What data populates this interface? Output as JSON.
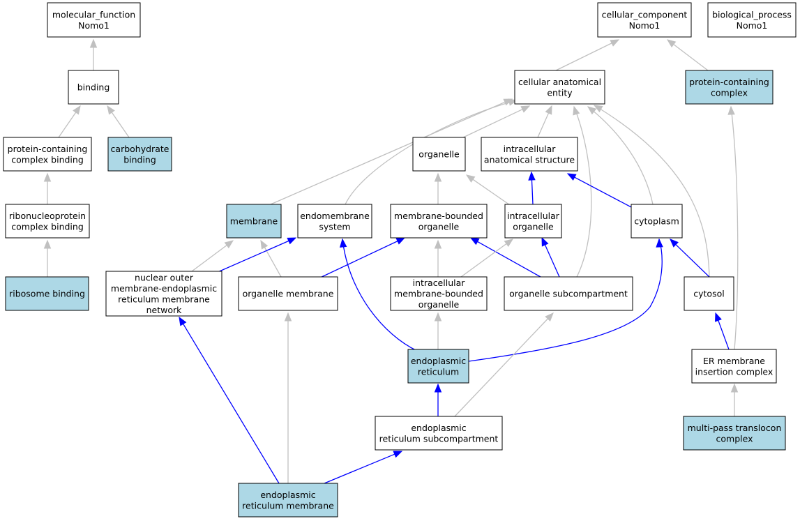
{
  "colors": {
    "highlight_fill": "#add8e6",
    "plain_fill": "#ffffff",
    "gray_edge": "#c0c0c0",
    "blue_edge": "#0000ff"
  },
  "nodes": [
    {
      "id": "mf",
      "lines": [
        "molecular_function",
        "Nomo1"
      ],
      "highlight": false
    },
    {
      "id": "cc",
      "lines": [
        "cellular_component",
        "Nomo1"
      ],
      "highlight": false
    },
    {
      "id": "bp",
      "lines": [
        "biological_process",
        "Nomo1"
      ],
      "highlight": false
    },
    {
      "id": "binding",
      "lines": [
        "binding"
      ],
      "highlight": false
    },
    {
      "id": "cae",
      "lines": [
        "cellular anatomical",
        "entity"
      ],
      "highlight": false
    },
    {
      "id": "pcc",
      "lines": [
        "protein-containing",
        "complex"
      ],
      "highlight": true
    },
    {
      "id": "pcb",
      "lines": [
        "protein-containing",
        "complex binding"
      ],
      "highlight": false
    },
    {
      "id": "carb",
      "lines": [
        "carbohydrate",
        "binding"
      ],
      "highlight": true
    },
    {
      "id": "organelle",
      "lines": [
        "organelle"
      ],
      "highlight": false
    },
    {
      "id": "ias",
      "lines": [
        "intracellular",
        "anatomical structure"
      ],
      "highlight": false
    },
    {
      "id": "rcb",
      "lines": [
        "ribonucleoprotein",
        "complex binding"
      ],
      "highlight": false
    },
    {
      "id": "membrane",
      "lines": [
        "membrane"
      ],
      "highlight": true
    },
    {
      "id": "endosys",
      "lines": [
        "endomembrane",
        "system"
      ],
      "highlight": false
    },
    {
      "id": "mbo",
      "lines": [
        "membrane-bounded",
        "organelle"
      ],
      "highlight": false
    },
    {
      "id": "io",
      "lines": [
        "intracellular",
        "organelle"
      ],
      "highlight": false
    },
    {
      "id": "cytoplasm",
      "lines": [
        "cytoplasm"
      ],
      "highlight": false
    },
    {
      "id": "ribo",
      "lines": [
        "ribosome binding"
      ],
      "highlight": true
    },
    {
      "id": "nomern",
      "lines": [
        "nuclear outer",
        "membrane-endoplasmic",
        "reticulum membrane",
        "network"
      ],
      "highlight": false
    },
    {
      "id": "om",
      "lines": [
        "organelle membrane"
      ],
      "highlight": false
    },
    {
      "id": "imbo",
      "lines": [
        "intracellular",
        "membrane-bounded",
        "organelle"
      ],
      "highlight": false
    },
    {
      "id": "os",
      "lines": [
        "organelle subcompartment"
      ],
      "highlight": false
    },
    {
      "id": "cytosol",
      "lines": [
        "cytosol"
      ],
      "highlight": false
    },
    {
      "id": "er",
      "lines": [
        "endoplasmic",
        "reticulum"
      ],
      "highlight": true
    },
    {
      "id": "emc",
      "lines": [
        "ER membrane",
        "insertion complex"
      ],
      "highlight": false
    },
    {
      "id": "ersub",
      "lines": [
        "endoplasmic",
        "reticulum subcompartment"
      ],
      "highlight": false
    },
    {
      "id": "mptc",
      "lines": [
        "multi-pass translocon",
        "complex"
      ],
      "highlight": true
    },
    {
      "id": "erm",
      "lines": [
        "endoplasmic",
        "reticulum membrane"
      ],
      "highlight": true
    }
  ],
  "edges": [
    {
      "from": "binding",
      "to": "mf",
      "type": "gray"
    },
    {
      "from": "pcb",
      "to": "binding",
      "type": "gray"
    },
    {
      "from": "carb",
      "to": "binding",
      "type": "gray"
    },
    {
      "from": "rcb",
      "to": "pcb",
      "type": "gray"
    },
    {
      "from": "ribo",
      "to": "rcb",
      "type": "gray"
    },
    {
      "from": "cae",
      "to": "cc",
      "type": "gray"
    },
    {
      "from": "pcc",
      "to": "cc",
      "type": "gray"
    },
    {
      "from": "emc",
      "to": "pcc",
      "type": "gray"
    },
    {
      "from": "organelle",
      "to": "cae",
      "type": "gray"
    },
    {
      "from": "ias",
      "to": "cae",
      "type": "gray"
    },
    {
      "from": "membrane",
      "to": "cae",
      "type": "gray"
    },
    {
      "from": "endosys",
      "to": "cae",
      "type": "gray"
    },
    {
      "from": "os",
      "to": "cae",
      "type": "gray"
    },
    {
      "from": "cytoplasm",
      "to": "cae",
      "type": "gray"
    },
    {
      "from": "cytosol",
      "to": "cae",
      "type": "gray"
    },
    {
      "from": "io",
      "to": "ias",
      "type": "blue"
    },
    {
      "from": "cytoplasm",
      "to": "ias",
      "type": "blue"
    },
    {
      "from": "mbo",
      "to": "organelle",
      "type": "gray"
    },
    {
      "from": "io",
      "to": "organelle",
      "type": "gray"
    },
    {
      "from": "nomern",
      "to": "membrane",
      "type": "gray"
    },
    {
      "from": "om",
      "to": "membrane",
      "type": "gray"
    },
    {
      "from": "nomern",
      "to": "endosys",
      "type": "blue"
    },
    {
      "from": "er",
      "to": "endosys",
      "type": "blue"
    },
    {
      "from": "om",
      "to": "mbo",
      "type": "blue"
    },
    {
      "from": "imbo",
      "to": "mbo",
      "type": "gray"
    },
    {
      "from": "os",
      "to": "mbo",
      "type": "blue"
    },
    {
      "from": "imbo",
      "to": "io",
      "type": "gray"
    },
    {
      "from": "os",
      "to": "io",
      "type": "blue"
    },
    {
      "from": "cytosol",
      "to": "cytoplasm",
      "type": "blue"
    },
    {
      "from": "er",
      "to": "cytoplasm",
      "type": "blue"
    },
    {
      "from": "emc",
      "to": "cytosol",
      "type": "blue"
    },
    {
      "from": "er",
      "to": "imbo",
      "type": "gray"
    },
    {
      "from": "ersub",
      "to": "er",
      "type": "blue"
    },
    {
      "from": "ersub",
      "to": "os",
      "type": "gray"
    },
    {
      "from": "mptc",
      "to": "emc",
      "type": "gray"
    },
    {
      "from": "erm",
      "to": "nomern",
      "type": "blue"
    },
    {
      "from": "erm",
      "to": "om",
      "type": "gray"
    },
    {
      "from": "erm",
      "to": "ersub",
      "type": "blue"
    }
  ]
}
